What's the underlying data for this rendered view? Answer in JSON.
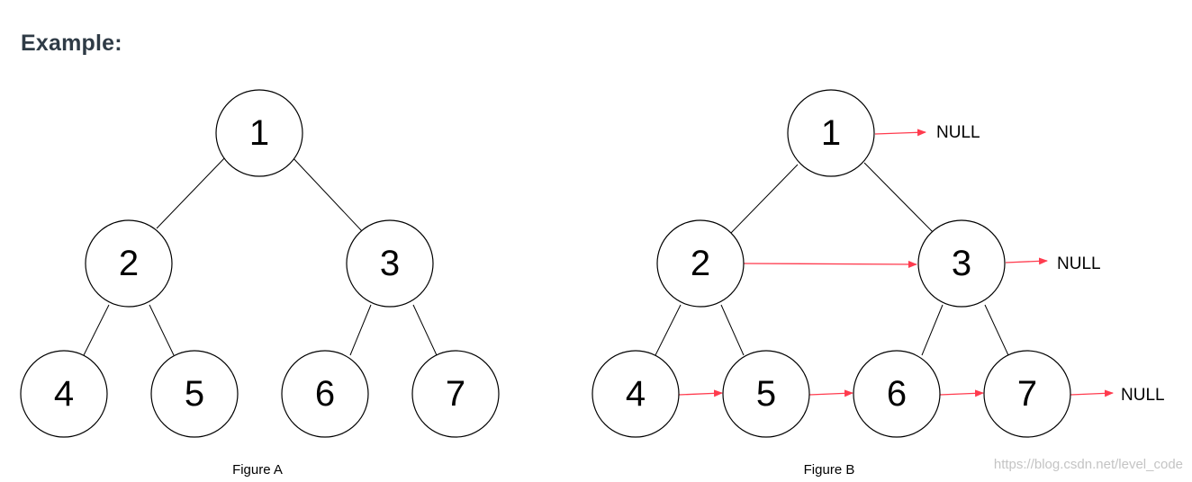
{
  "heading": "Example:",
  "watermark": "https://blog.csdn.net/level_code",
  "colors": {
    "node_stroke": "#000000",
    "next_pointer": "#ff3b4e",
    "heading_text": "#2f3b46",
    "watermark_text": "#c4c4c4"
  },
  "tree": {
    "nodes": [
      "1",
      "2",
      "3",
      "4",
      "5",
      "6",
      "7"
    ],
    "edges": [
      [
        "1",
        "2"
      ],
      [
        "1",
        "3"
      ],
      [
        "2",
        "4"
      ],
      [
        "2",
        "5"
      ],
      [
        "3",
        "6"
      ],
      [
        "3",
        "7"
      ]
    ]
  },
  "figures": [
    {
      "caption": "Figure A",
      "next_pointers": []
    },
    {
      "caption": "Figure B",
      "null_label": "NULL",
      "next_pointers": [
        [
          "1",
          "NULL"
        ],
        [
          "2",
          "3"
        ],
        [
          "3",
          "NULL"
        ],
        [
          "4",
          "5"
        ],
        [
          "5",
          "6"
        ],
        [
          "6",
          "7"
        ],
        [
          "7",
          "NULL"
        ]
      ]
    }
  ]
}
